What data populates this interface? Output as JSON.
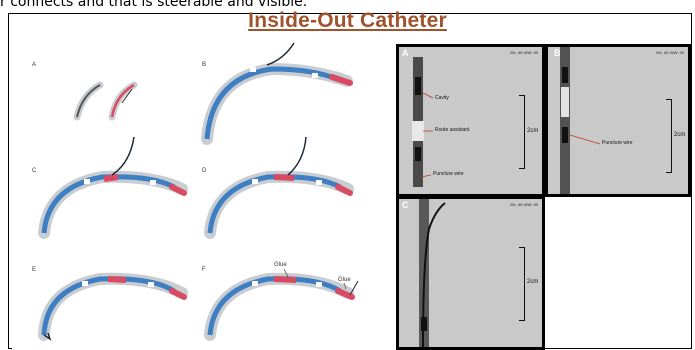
{
  "page": {
    "caption": "r connects and that is steerable and visible.",
    "title": "Inside-Out Catheter"
  },
  "colors": {
    "title": "#a0522d",
    "catheter_blue": "#3d7fc2",
    "catheter_red": "#d94b62",
    "sheath": "#c9cdd2",
    "wire": "#1b2a3a",
    "xray_bg": "#c9c9c9"
  },
  "illustration": {
    "panels": [
      {
        "letter": "A"
      },
      {
        "letter": "B"
      },
      {
        "letter": "C"
      },
      {
        "letter": "D"
      },
      {
        "letter": "E"
      },
      {
        "letter": "F",
        "labels": [
          "Glue",
          "Glue"
        ]
      }
    ]
  },
  "xray": {
    "panels": [
      {
        "letter": "A",
        "meta": "WL: 80 WW: 90",
        "labels": [
          "Cavity",
          "Route assistant",
          "Puncture wire"
        ],
        "scale": "2cm"
      },
      {
        "letter": "B",
        "meta": "WL: 80 WW: 90",
        "labels": [
          "Puncture wire"
        ],
        "scale": "2cm"
      },
      {
        "letter": "C",
        "meta": "WL: 80 WW: 90",
        "labels": [],
        "scale": "2cm"
      }
    ]
  }
}
